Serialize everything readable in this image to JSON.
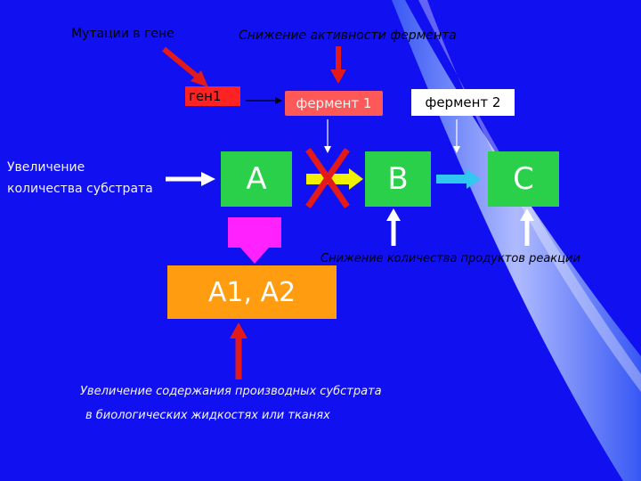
{
  "labels": {
    "mutations": "Мутации в гене",
    "enzyme_decrease": "Снижение активности фермента",
    "gene1": "ген1",
    "enzyme1": "фермент 1",
    "enzyme2": "фермент 2",
    "substrate_increase_line1": "Увеличение",
    "substrate_increase_line2": "количества субстрата",
    "product_decrease": "Снижение количества продуктов реакции",
    "derivatives_line1": "Увеличение содержания производных субстрата",
    "derivatives_line2": "в биологических жидкостях или тканях"
  },
  "boxes": {
    "a": "A",
    "b": "B",
    "c": "C",
    "a1a2": "A1, A2"
  },
  "colors": {
    "background": "#1010f0",
    "box_green": "#2ad04a",
    "box_magenta": "#ff22ff",
    "box_orange": "#ff9c10",
    "red_arrow": "#e31a1a",
    "cyan_arrow": "#30c8f0",
    "yellow_arrow": "#f0f000"
  }
}
